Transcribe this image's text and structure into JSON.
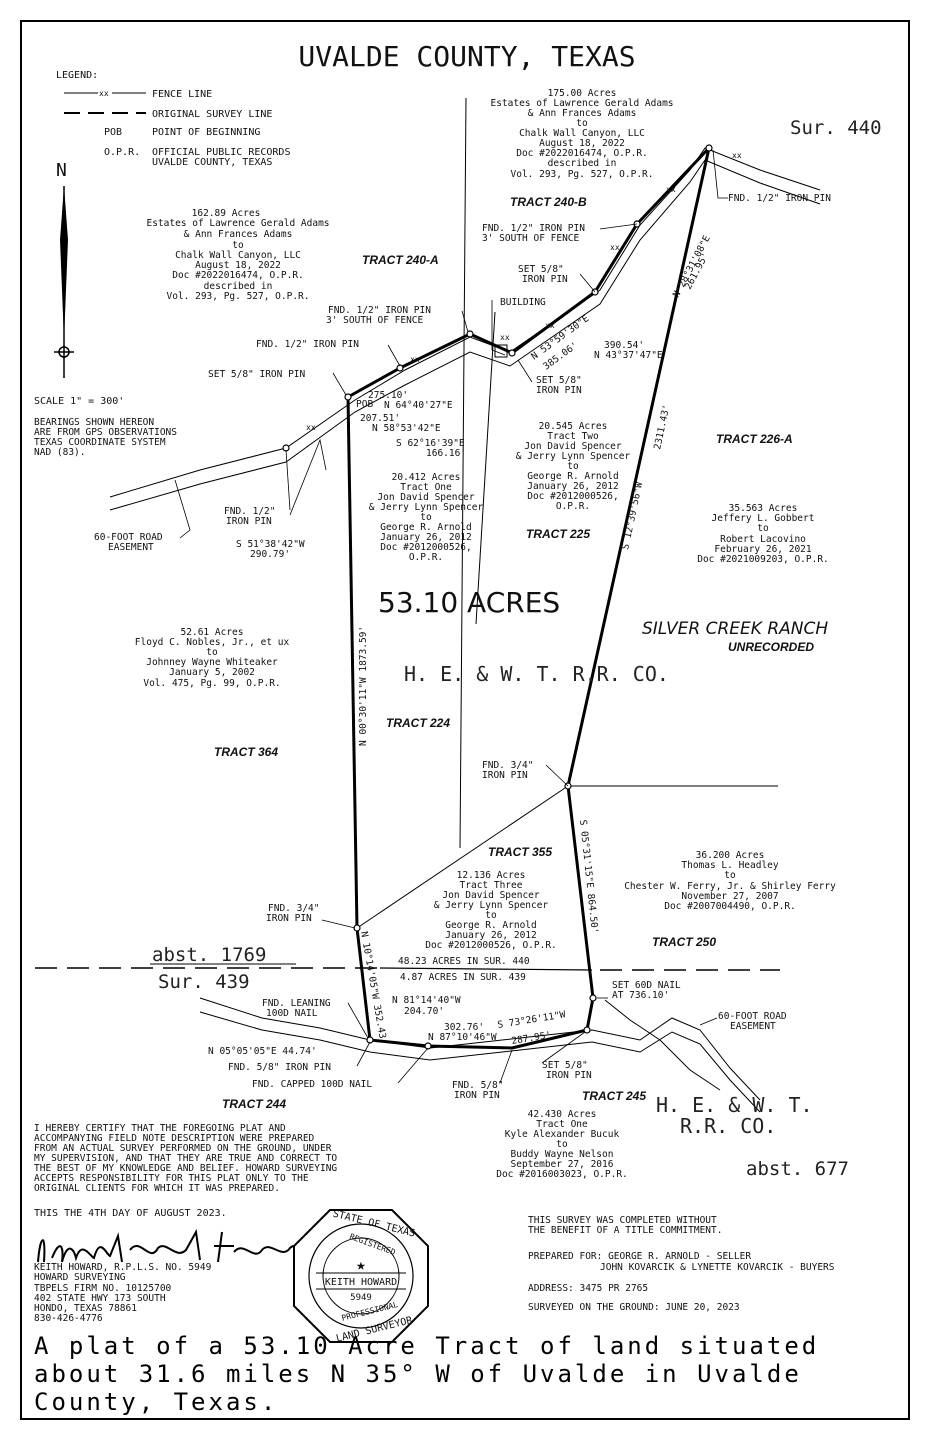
{
  "title": "UVALDE COUNTY, TEXAS",
  "legend": {
    "heading": "LEGEND:",
    "items": [
      {
        "symbol": "——— xx ———",
        "label": "FENCE LINE"
      },
      {
        "symbol": "— — —",
        "label": "ORIGINAL SURVEY LINE"
      },
      {
        "symbol": "POB",
        "label": "POINT OF BEGINNING"
      },
      {
        "symbol": "O.P.R.",
        "label": "OFFICIAL PUBLIC RECORDS"
      },
      {
        "symbol": "",
        "label": "UVALDE COUNTY, TEXAS"
      }
    ]
  },
  "north_label": "N",
  "scale": "SCALE 1\" = 300'",
  "bearings_note": [
    "BEARINGS SHOWN HEREON",
    "ARE FROM GPS OBSERVATIONS",
    "TEXAS COORDINATE SYSTEM",
    "NAD (83)."
  ],
  "main_acres": "53.10 ACRES",
  "ranch": {
    "name": "SILVER CREEK RANCH",
    "status": "UNRECORDED"
  },
  "railroad_label": "H. E. & W. T. R.R. CO.",
  "railroad_label_2_line1": "H. E. & W. T.",
  "railroad_label_2_line2": "R.R. CO.",
  "surveys": {
    "sur440": "Sur. 440",
    "abst1769": "abst. 1769",
    "sur439": "Sur. 439",
    "abst677": "abst. 677"
  },
  "tracts": [
    "TRACT 240-A",
    "TRACT 240-B",
    "TRACT 226-A",
    "TRACT 225",
    "TRACT 224",
    "TRACT 364",
    "TRACT 355",
    "TRACT 250",
    "TRACT 244",
    "TRACT 245"
  ],
  "parcel_notes": {
    "p175": [
      "175.00 Acres",
      "Estates of Lawrence Gerald Adams",
      "& Ann Frances Adams",
      "to",
      "Chalk Wall Canyon, LLC",
      "August 18, 2022",
      "Doc #2022016474, O.P.R.",
      "described in",
      "Vol. 293, Pg. 527, O.P.R."
    ],
    "p162": [
      "162.89 Acres",
      "Estates of Lawrence Gerald Adams",
      "& Ann Frances Adams",
      "to",
      "Chalk Wall Canyon, LLC",
      "August 18, 2022",
      "Doc #2022016474, O.P.R.",
      "described in",
      "Vol. 293, Pg. 527, O.P.R."
    ],
    "p20412": [
      "20.412 Acres",
      "Tract One",
      "Jon David Spencer",
      "& Jerry Lynn Spencer",
      "to",
      "George R. Arnold",
      "January 26, 2012",
      "Doc #2012000526,",
      "O.P.R."
    ],
    "p20545": [
      "20.545 Acres",
      "Tract Two",
      "Jon David Spencer",
      "& Jerry Lynn Spencer",
      "to",
      "George R. Arnold",
      "January 26, 2012",
      "Doc #2012000526,",
      "O.P.R."
    ],
    "p35563": [
      "35.563 Acres",
      "Jeffery L. Gobbert",
      "to",
      "Robert Lacovino",
      "February 26, 2021",
      "Doc #2021009203, O.P.R."
    ],
    "p5261": [
      "52.61 Acres",
      "Floyd C. Nobles, Jr., et ux",
      "to",
      "Johnney Wayne Whiteaker",
      "January 5, 2002",
      "Vol. 475, Pg. 99, O.P.R."
    ],
    "p12136": [
      "12.136 Acres",
      "Tract Three",
      "Jon David Spencer",
      "& Jerry Lynn Spencer",
      "to",
      "George R. Arnold",
      "January 26, 2012",
      "Doc #2012000526, O.P.R."
    ],
    "p36200": [
      "36.200 Acres",
      "Thomas L. Headley",
      "to",
      "Chester W. Ferry, Jr. & Shirley Ferry",
      "November 27, 2007",
      "Doc #2007004490, O.P.R."
    ],
    "p42430": [
      "42.430 Acres",
      "Tract One",
      "Kyle Alexander Bucuk",
      "to",
      "Buddy Wayne Nelson",
      "September 27, 2016",
      "Doc #2016003023, O.P.R."
    ]
  },
  "monuments": {
    "fnd_half_ne": "FND. 1/2\" IRON PIN",
    "fnd_half_3s_b": [
      "FND. 1/2\" IRON PIN",
      "3' SOUTH OF FENCE"
    ],
    "set_58_a": [
      "SET 5/8\"",
      "IRON PIN"
    ],
    "building": "BUILDING",
    "fnd_half_3s_a": [
      "FND. 1/2\" IRON PIN",
      "3' SOUTH OF FENCE"
    ],
    "fnd_half_w": "FND. 1/2\" IRON PIN",
    "set_58_w": "SET 5/8\" IRON PIN",
    "set_58_c": [
      "SET 5/8\"",
      "IRON PIN"
    ],
    "pob": "POB",
    "fnd_half_road": [
      "FND. 1/2\"",
      "IRON PIN"
    ],
    "road_easement_w": [
      "60-FOOT ROAD",
      "EASEMENT"
    ],
    "fnd_34_c": [
      "FND. 3/4\"",
      "IRON PIN"
    ],
    "fnd_34_w": [
      "FND. 3/4\"",
      "IRON PIN"
    ],
    "set_60d": [
      "SET 60D NAIL",
      "AT 736.10'"
    ],
    "road_easement_e": [
      "60-FOOT ROAD",
      "EASEMENT"
    ],
    "fnd_leaning": [
      "FND. LEANING",
      "100D NAIL"
    ],
    "fnd_58_s": "FND. 5/8\" IRON PIN",
    "fnd_capped": "FND. CAPPED 100D NAIL",
    "fnd_58_s2": [
      "FND. 5/8\"",
      "IRON PIN"
    ],
    "set_58_s": [
      "SET 5/8\"",
      "IRON PIN"
    ]
  },
  "calls": {
    "c1": "390.54'",
    "c2": "N 43°37'47\"E",
    "c3": "N 28°31'08\"E",
    "c4": "261.95'",
    "c5": "N 53°59'30\"E",
    "c6": "385.06'",
    "c7": "275.10'",
    "c8": "N 64°40'27\"E",
    "c9": "207.51'",
    "c10": "N 58°53'42\"E",
    "c11": "S 62°16'39\"E",
    "c12": "166.16'",
    "c13": "S 12°39'56\"W",
    "c14": "2311.43'",
    "c15": "S 51°38'42\"W",
    "c16": "290.79'",
    "c17": "N 00°30'11\"W  1873.59'",
    "c18": "S 05°31'15\"E  864.50'",
    "c19": "N 10°14'05\"W  352.43'",
    "c20": "48.23 ACRES IN SUR. 440",
    "c21": "4.87 ACRES IN SUR. 439",
    "c22": "N 81°14'40\"W",
    "c23": "204.70'",
    "c24": "302.76'",
    "c25": "S 73°26'11\"W",
    "c26": "N 87°10'46\"W",
    "c27": "287.95'",
    "c28": "N 05°05'05\"E 44.74'"
  },
  "certification": [
    "I HEREBY CERTIFY THAT THE FOREGOING PLAT AND",
    "ACCOMPANYING FIELD NOTE DESCRIPTION WERE PREPARED",
    "FROM AN ACTUAL SURVEY PERFORMED ON THE GROUND, UNDER",
    "MY SUPERVISION, AND THAT THEY ARE TRUE AND CORRECT TO",
    "THE BEST OF MY KNOWLEDGE AND BELIEF. HOWARD SURVEYING",
    "ACCEPTS RESPONSIBILITY FOR THIS PLAT ONLY TO THE",
    "ORIGINAL CLIENTS FOR WHICH IT WAS PREPARED."
  ],
  "date_line": "THIS THE 4TH DAY OF AUGUST 2023.",
  "signature": "Keith Howard",
  "surveyor": [
    "KEITH HOWARD, R.P.L.S. NO. 5949",
    "HOWARD SURVEYING",
    "TBPELS FIRM NO. 10125700",
    "402 STATE HWY 173 SOUTH",
    "HONDO, TEXAS 78861",
    "830-426-4776"
  ],
  "seal": {
    "top": "STATE OF TEXAS",
    "registered": "REGISTERED",
    "name": "KEITH HOWARD",
    "number": "5949",
    "professional": "PROFESSIONAL",
    "bottom": "LAND SURVEYOR"
  },
  "survey_notes": {
    "no_title_1": "THIS SURVEY WAS COMPLETED WITHOUT",
    "no_title_2": "THE BENEFIT OF A TITLE COMMITMENT.",
    "prepared_1": "PREPARED FOR: GEORGE R. ARNOLD - SELLER",
    "prepared_2": "JOHN KOVARCIK & LYNETTE KOVARCIK - BUYERS",
    "address": "ADDRESS: 3475 PR 2765",
    "surveyed": "SURVEYED ON THE GROUND: JUNE 20, 2023"
  },
  "bottom_title": [
    "A plat of a 53.10 Acre Tract of land situated",
    "about 31.6 miles N 35° W of Uvalde in Uvalde",
    "County, Texas."
  ]
}
